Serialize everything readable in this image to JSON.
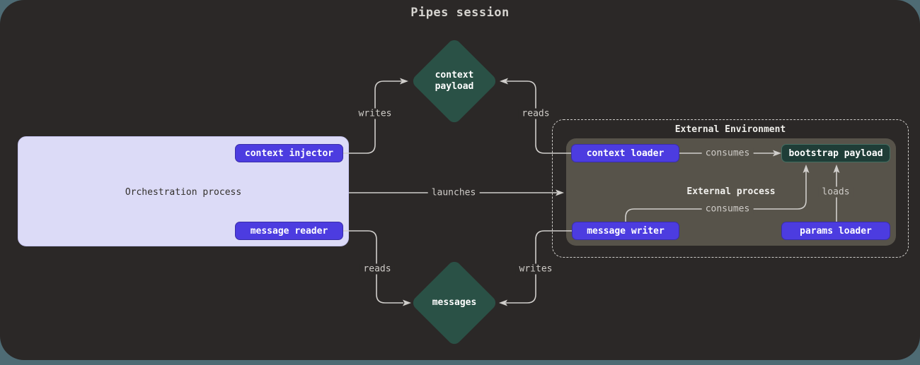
{
  "title": "Pipes session",
  "colors": {
    "page_background": "#4e6b74",
    "canvas_background": "#2b2827",
    "node_purple": "#4c3ce0",
    "node_lavender": "#dcdbf7",
    "node_teal": "#2a5146",
    "node_teal_dark": "#1f3d37",
    "node_teal_border": "#456f63",
    "process_gray": "#57534a",
    "line_gray": "#d0cecb"
  },
  "orchestration": {
    "label": "Orchestration process",
    "context_injector": "context injector",
    "message_reader": "message reader"
  },
  "external": {
    "env_label": "External Environment",
    "process_label": "External process",
    "context_loader": "context loader",
    "bootstrap_payload": "bootstrap payload",
    "message_writer": "message writer",
    "params_loader": "params loader"
  },
  "diamonds": {
    "context_payload": "context\npayload",
    "messages": "messages"
  },
  "edges": {
    "writes_top": "writes",
    "reads_top": "reads",
    "launches": "launches",
    "reads_bottom": "reads",
    "writes_bottom": "writes",
    "consumes_top": "consumes",
    "consumes_bottom": "consumes",
    "loads": "loads"
  }
}
